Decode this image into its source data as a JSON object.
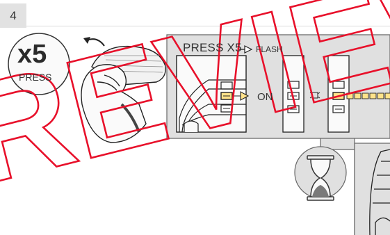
{
  "step": {
    "number": "4"
  },
  "presses": {
    "count": "x5",
    "label": "PRESS"
  },
  "instruction": {
    "press": "PRESS X5",
    "flash": "FLASH"
  },
  "state": {
    "on": "ON"
  },
  "watermark": {
    "text": "PREVIEW"
  },
  "colors": {
    "panel_fill": "#e0e0e0",
    "panel_stroke": "#444444",
    "highlight_yellow": "#ffe28a",
    "watermark_red": "#e8102a",
    "hourglass_sand": "#7a7a7a"
  }
}
